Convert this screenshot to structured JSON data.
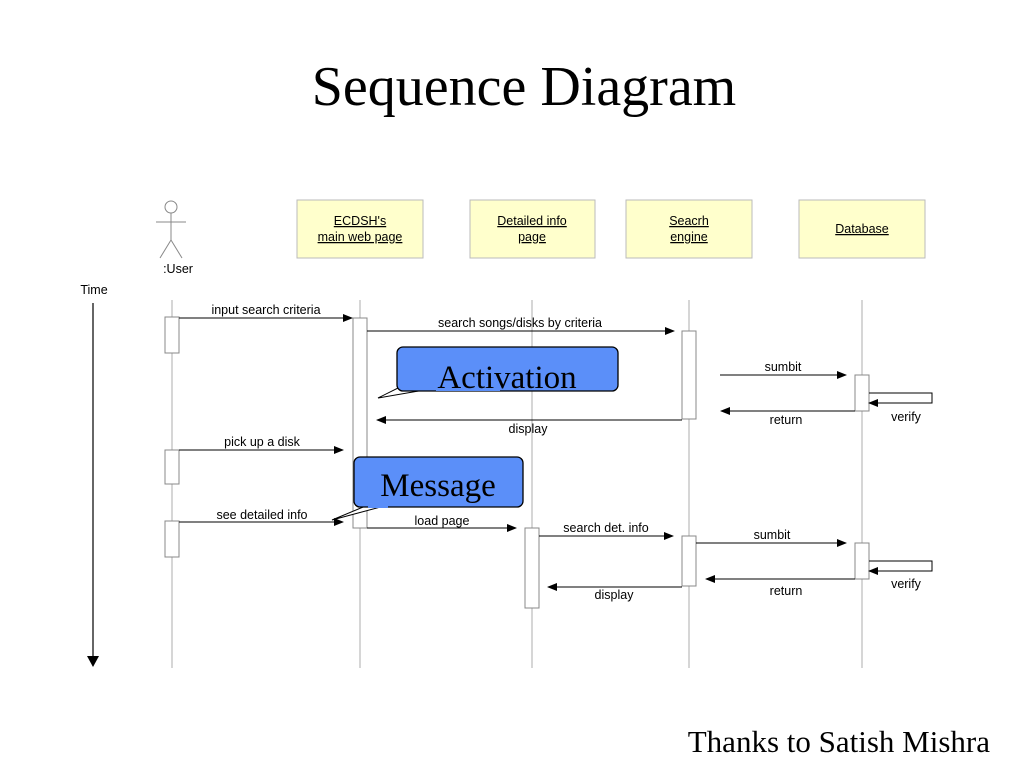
{
  "slide": {
    "title": "Sequence Diagram",
    "credit": "Thanks to Satish Mishra"
  },
  "diagram": {
    "actor_label": ":User",
    "time_label": "Time",
    "participants": [
      {
        "line1": "ECDSH's",
        "line2": "main web  page"
      },
      {
        "line1": "Detailed info",
        "line2": "page"
      },
      {
        "line1": "Seacrh",
        "line2": "engine"
      },
      {
        "line1": "Database",
        "line2": ""
      }
    ],
    "messages": [
      "input search criteria",
      "search songs/disks by criteria",
      "sumbit",
      "return",
      "verify",
      "display",
      "pick up a disk",
      "see detailed info",
      "load page",
      "search det. info",
      "sumbit",
      "return",
      "verify",
      "display"
    ],
    "callouts": {
      "activation": "Activation",
      "message": "Message",
      "fill": "#5b8ff9"
    }
  }
}
